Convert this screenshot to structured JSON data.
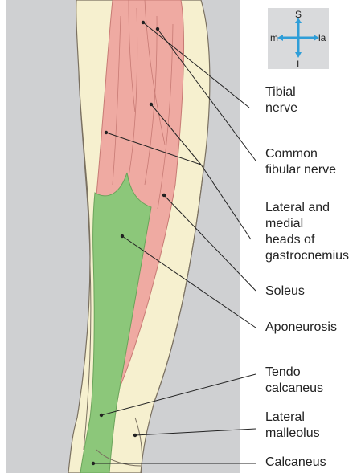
{
  "colors": {
    "panel": "#cfd0d2",
    "skin": "#f6f0cf",
    "skin_outline": "#7a7060",
    "muscle": "#efaaa2",
    "muscle_fiber": "#c77a74",
    "aponeurosis": "#8cc77a",
    "aponeurosis_dark": "#6aa35a",
    "leader": "#222222",
    "compass_bg": "#d9dadc",
    "compass_arrow": "#2f9ed8"
  },
  "orientation": {
    "superior": "S",
    "inferior": "I",
    "medial": "m",
    "lateral": "la"
  },
  "labels": [
    {
      "id": "tibial-nerve",
      "text": "Tibial\nnerve"
    },
    {
      "id": "common-fibular-nerve",
      "text": "Common\nfibular nerve"
    },
    {
      "id": "gastrocnemius-heads",
      "text": "Lateral and\nmedial\nheads of\ngastrocnemius"
    },
    {
      "id": "soleus",
      "text": "Soleus"
    },
    {
      "id": "aponeurosis",
      "text": "Aponeurosis"
    },
    {
      "id": "tendo-calcaneus",
      "text": "Tendo\ncalcaneus"
    },
    {
      "id": "lateral-malleolus",
      "text": "Lateral\nmalleolus"
    },
    {
      "id": "calcaneus",
      "text": "Calcaneus"
    }
  ]
}
